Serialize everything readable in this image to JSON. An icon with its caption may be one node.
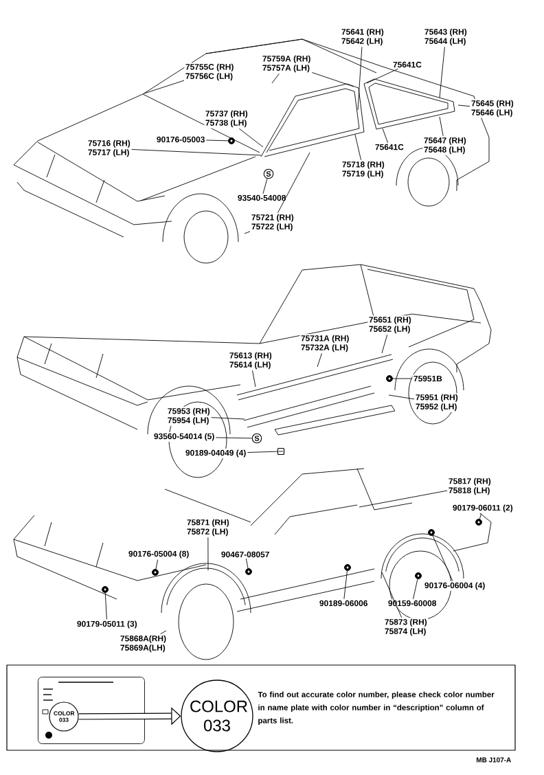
{
  "diagram": {
    "nodes": [
      {
        "text": [
          "75755C (RH)",
          "75756C (LH)"
        ]
      },
      {
        "text": [
          "75759A (RH)",
          "75757A (LH)"
        ]
      },
      {
        "text": [
          "75641 (RH)",
          "75642 (LH)"
        ]
      },
      {
        "text": [
          "75643 (RH)",
          "75644 (LH)"
        ]
      },
      {
        "text": [
          "75641C"
        ]
      },
      {
        "text": [
          "75645 (RH)",
          "75646 (LH)"
        ]
      },
      {
        "text": [
          "75737 (RH)",
          "75738 (LH)"
        ]
      },
      {
        "text": [
          "75716 (RH)",
          "75717 (LH)"
        ]
      },
      {
        "text": [
          "90176-05003"
        ]
      },
      {
        "text": [
          "75641C"
        ]
      },
      {
        "text": [
          "75647 (RH)",
          "75648 (LH)"
        ]
      },
      {
        "text": [
          "75718 (RH)",
          "75719 (LH)"
        ]
      },
      {
        "text": [
          "S"
        ]
      },
      {
        "text": [
          "93540-54008"
        ]
      },
      {
        "text": [
          "75721 (RH)",
          "75722 (LH)"
        ]
      },
      {
        "text": [
          "75651 (RH)",
          "75652 (LH)"
        ]
      },
      {
        "text": [
          "75731A (RH)",
          "75732A (LH)"
        ]
      },
      {
        "text": [
          "75613 (RH)",
          "75614 (LH)"
        ]
      },
      {
        "text": [
          "75951B"
        ]
      },
      {
        "text": [
          "75951 (RH)",
          "75952 (LH)"
        ]
      },
      {
        "text": [
          "75953 (RH)",
          "75954 (LH)"
        ]
      },
      {
        "text": [
          "93560-54014 (5)"
        ]
      },
      {
        "text": [
          "S"
        ]
      },
      {
        "text": [
          "90189-04049 (4)"
        ]
      },
      {
        "text": [
          "75817 (RH)",
          "75818 (LH)"
        ]
      },
      {
        "text": [
          "75871 (RH)",
          "75872 (LH)"
        ]
      },
      {
        "text": [
          "90179-06011 (2)"
        ]
      },
      {
        "text": [
          "90176-05004 (8)"
        ]
      },
      {
        "text": [
          "90467-08057"
        ]
      },
      {
        "text": [
          "90176-06004 (4)"
        ]
      },
      {
        "text": [
          "90189-06006"
        ]
      },
      {
        "text": [
          "90159-60008"
        ]
      },
      {
        "text": [
          "90179-05011 (3)"
        ]
      },
      {
        "text": [
          "75873 (RH)",
          "75874 (LH)"
        ]
      },
      {
        "text": [
          "75868A(RH)",
          "75869A(LH)"
        ]
      },
      {
        "text": [
          "To find out accurate color number, please check color number in name plate with color number in “description” column of parts list."
        ]
      },
      {
        "text": [],
        "shape": "box",
        "in": 35
      },
      {
        "text": [
          "COLOR 033"
        ],
        "in": 36
      },
      {
        "text": [
          "COLOR 033"
        ],
        "in": 35
      },
      {
        "text": [],
        "shape": "circle"
      },
      {
        "text": [],
        "shape": "circle"
      },
      {
        "text": [],
        "shape": "box"
      },
      {
        "text": [],
        "shape": "circle"
      },
      {
        "text": [],
        "shape": "circle"
      },
      {
        "text": [],
        "shape": "circle"
      },
      {
        "text": [],
        "shape": "circle"
      },
      {
        "text": [],
        "shape": "circle"
      },
      {
        "text": [],
        "shape": "circle"
      },
      {
        "text": [],
        "shape": "circle"
      }
    ],
    "edges": [
      {
        "from": 0,
        "to": null,
        "arrow": "none"
      },
      {
        "from": 1,
        "to": null,
        "arrow": "none"
      },
      {
        "from": 1,
        "to": null,
        "arrow": "none"
      },
      {
        "from": 2,
        "to": null,
        "arrow": "none"
      },
      {
        "from": 3,
        "to": null,
        "arrow": "none"
      },
      {
        "from": 4,
        "to": null,
        "arrow": "none"
      },
      {
        "from": 5,
        "to": null,
        "arrow": "none"
      },
      {
        "from": 6,
        "to": null,
        "arrow": "none"
      },
      {
        "from": 7,
        "to": null,
        "arrow": "none"
      },
      {
        "from": 8,
        "to": 39,
        "arrow": "none"
      },
      {
        "from": 9,
        "to": null,
        "arrow": "none"
      },
      {
        "from": 10,
        "to": null,
        "arrow": "none"
      },
      {
        "from": 11,
        "to": null,
        "arrow": "none"
      },
      {
        "from": 13,
        "to": 12,
        "arrow": "none"
      },
      {
        "from": 14,
        "to": null,
        "arrow": "none"
      },
      {
        "from": 14,
        "to": null,
        "arrow": "none"
      },
      {
        "from": 15,
        "to": null,
        "arrow": "none"
      },
      {
        "from": 16,
        "to": null,
        "arrow": "none"
      },
      {
        "from": 17,
        "to": null,
        "arrow": "none"
      },
      {
        "from": 18,
        "to": 40,
        "arrow": "none"
      },
      {
        "from": 19,
        "to": null,
        "arrow": "none"
      },
      {
        "from": 20,
        "to": null,
        "arrow": "none"
      },
      {
        "from": 21,
        "to": 22,
        "arrow": "none"
      },
      {
        "from": 23,
        "to": 41,
        "arrow": "none"
      },
      {
        "from": 24,
        "to": null,
        "arrow": "none"
      },
      {
        "from": 25,
        "to": null,
        "arrow": "none"
      },
      {
        "from": 26,
        "to": 42,
        "arrow": "none"
      },
      {
        "from": 27,
        "to": 43,
        "arrow": "none"
      },
      {
        "from": 28,
        "to": 44,
        "arrow": "none"
      },
      {
        "from": 29,
        "to": 48,
        "arrow": "none"
      },
      {
        "from": 30,
        "to": 46,
        "arrow": "none"
      },
      {
        "from": 31,
        "to": 45,
        "arrow": "none"
      },
      {
        "from": 32,
        "to": 47,
        "arrow": "none"
      },
      {
        "from": 33,
        "to": null,
        "arrow": "none"
      },
      {
        "from": 34,
        "to": null,
        "arrow": "none"
      },
      {
        "from": 37,
        "to": 38,
        "arrow": "to",
        "style": "thick"
      }
    ],
    "labels": [
      "MB J107-A"
    ]
  }
}
